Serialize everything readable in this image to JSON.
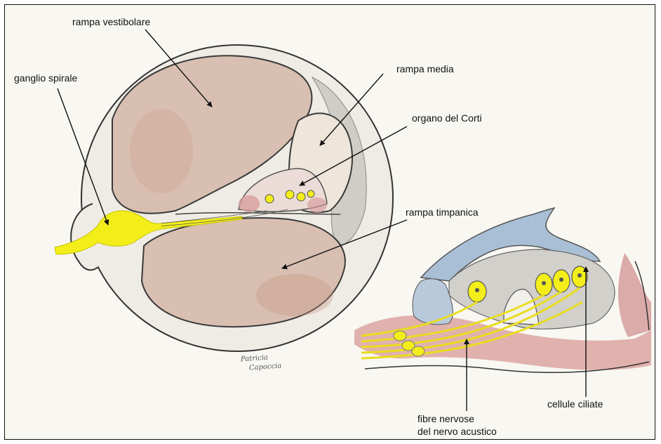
{
  "labels": {
    "rampa_vestibolare": "rampa vestibolare",
    "ganglio_spirale": "ganglio spirale",
    "rampa_media": "rampa media",
    "organo_del_corti": "organo del Corti",
    "rampa_timpanica": "rampa timpanica",
    "fibre_nervose_line1": "fibre nervose",
    "fibre_nervose_line2": "del nervo acustico",
    "cellule_ciliate": "cellule ciliate"
  },
  "signature": {
    "line1": "Patricia",
    "line2": "Capoccia"
  },
  "colors": {
    "chamber_fill": "#d9c3b5",
    "outer_ring": "#efece5",
    "nerve_yellow": "#f3ee1a",
    "membrane_blue": "#a9bfd6",
    "tissue_red": "#c97a7a",
    "gray_tissue": "#b7b7b2",
    "ink": "#111111"
  }
}
